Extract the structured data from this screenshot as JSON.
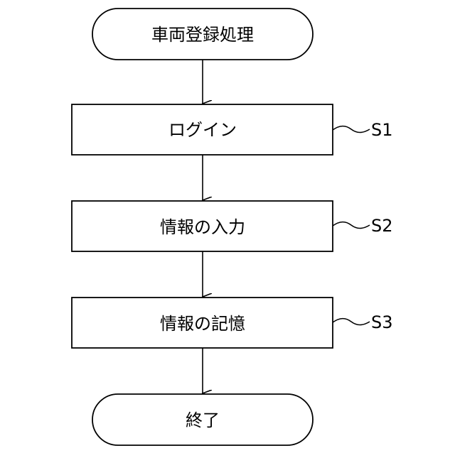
{
  "flowchart": {
    "start": {
      "label": "車両登録処理"
    },
    "steps": [
      {
        "label": "ログイン",
        "step_id": "S1"
      },
      {
        "label": "情報の入力",
        "step_id": "S2"
      },
      {
        "label": "情報の記憶",
        "step_id": "S3"
      }
    ],
    "end": {
      "label": "終了"
    }
  }
}
